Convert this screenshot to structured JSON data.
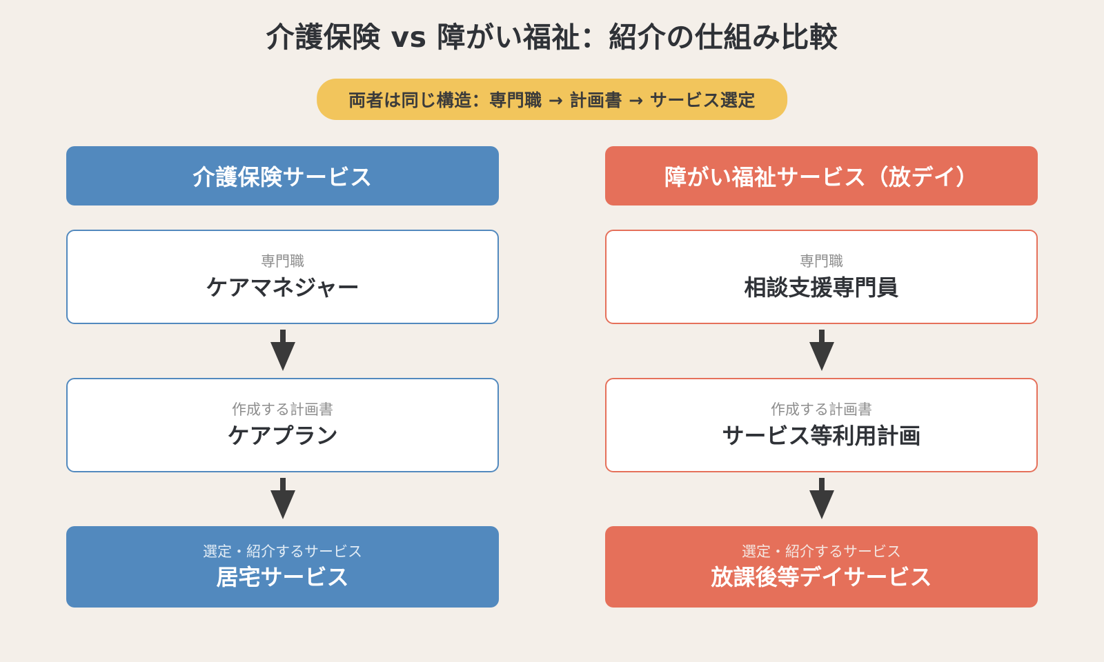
{
  "header": {
    "title": "介護保険 vs 障がい福祉：紹介の仕組み比較",
    "subtitle_badge": "両者は同じ構造：専門職 → 計画書 → サービス選定"
  },
  "colors": {
    "background": "#f4efe9",
    "care_insurance_accent": "#5289be",
    "disability_welfare_accent": "#e5705a",
    "badge": "#f2c55c",
    "label_text": "#8d8d8d",
    "value_text": "#2f3237",
    "arrow": "#3a3a3a"
  },
  "columns": [
    {
      "id": "care-insurance",
      "header": "介護保険サービス",
      "steps": [
        {
          "label": "専門職",
          "value": "ケアマネジャー",
          "style": "outline"
        },
        {
          "label": "作成する計画書",
          "value": "ケアプラン",
          "style": "outline"
        },
        {
          "label": "選定・紹介するサービス",
          "value": "居宅サービス",
          "style": "filled"
        }
      ]
    },
    {
      "id": "disability-welfare",
      "header": "障がい福祉サービス（放デイ）",
      "steps": [
        {
          "label": "専門職",
          "value": "相談支援専門員",
          "style": "outline"
        },
        {
          "label": "作成する計画書",
          "value": "サービス等利用計画",
          "style": "outline"
        },
        {
          "label": "選定・紹介するサービス",
          "value": "放課後等デイサービス",
          "style": "filled"
        }
      ]
    }
  ],
  "arrows": {
    "icon": "arrow-down-icon",
    "count_per_column": 2
  }
}
